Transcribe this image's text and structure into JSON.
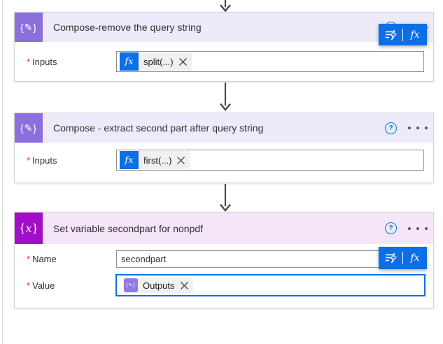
{
  "colors": {
    "accent_blue": "#0c6fe8",
    "help_blue": "#0b76d8",
    "compose_purple": "#8a70dd",
    "compose_header": "#edeaf9",
    "variable_purple": "#a20dc8",
    "variable_header": "#f4e6f8",
    "card_border": "#d8d5d3",
    "input_border": "#939190",
    "token_bg": "#f1f0ef",
    "text_dark": "#323130",
    "required_red": "#d13438",
    "arrow_gray": "#4a4745",
    "dots_gray": "#5b5653"
  },
  "icons": {
    "fx": "fx",
    "compose_glyph": "{✎}",
    "variable_brace_left": "{",
    "variable_x": "x",
    "variable_brace_right": "}",
    "help": "?"
  },
  "cards": [
    {
      "title": "Compose-remove the query string",
      "fields": [
        {
          "required_mark": "*",
          "label": "Inputs",
          "token_text": "split(...)"
        }
      ]
    },
    {
      "title": "Compose - extract second part after query string",
      "fields": [
        {
          "required_mark": "*",
          "label": "Inputs",
          "token_text": "first(...)"
        }
      ]
    },
    {
      "title": "Set variable secondpart for nonpdf",
      "fields": [
        {
          "required_mark": "*",
          "label": "Name",
          "value": "secondpart"
        },
        {
          "required_mark": "*",
          "label": "Value",
          "token_text": "Outputs"
        }
      ]
    }
  ]
}
